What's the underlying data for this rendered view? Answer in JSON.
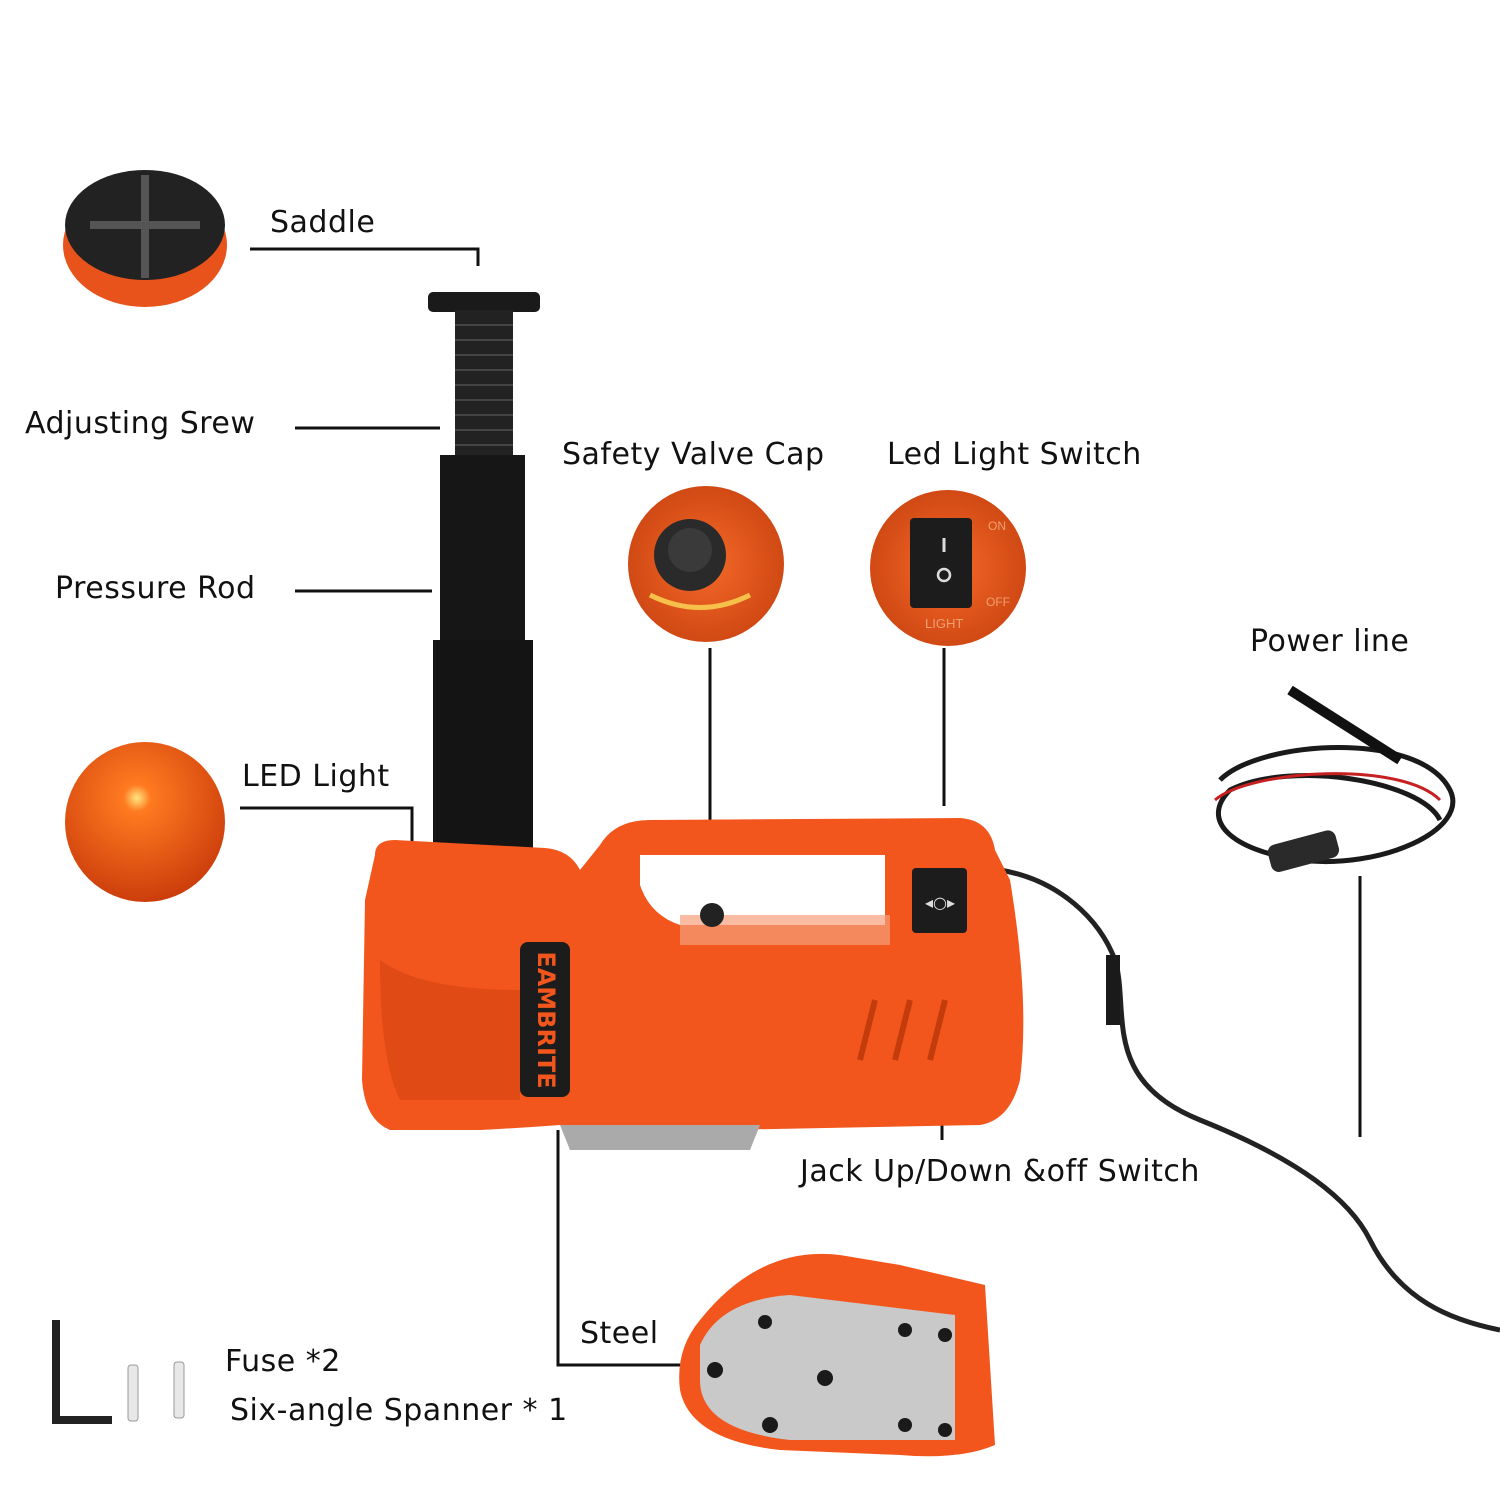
{
  "labels": {
    "saddle": "Saddle",
    "adjusting_screw": "Adjusting Srew",
    "pressure_rod": "Pressure Rod",
    "led_light": "LED Light",
    "safety_valve_cap": "Safety Valve Cap",
    "led_light_switch": "Led Light Switch",
    "power_line": "Power line",
    "jack_switch": "Jack Up/Down &off Switch",
    "steel": "Steel",
    "fuse": "Fuse *2",
    "spanner": "Six-angle Spanner * 1"
  },
  "product": {
    "brand": "EAMBRITE",
    "switch_on": "ON",
    "switch_off": "OFF",
    "switch_light": "LIGHT"
  },
  "colors": {
    "body": "#f2561d",
    "dark": "#1a1a1a"
  }
}
